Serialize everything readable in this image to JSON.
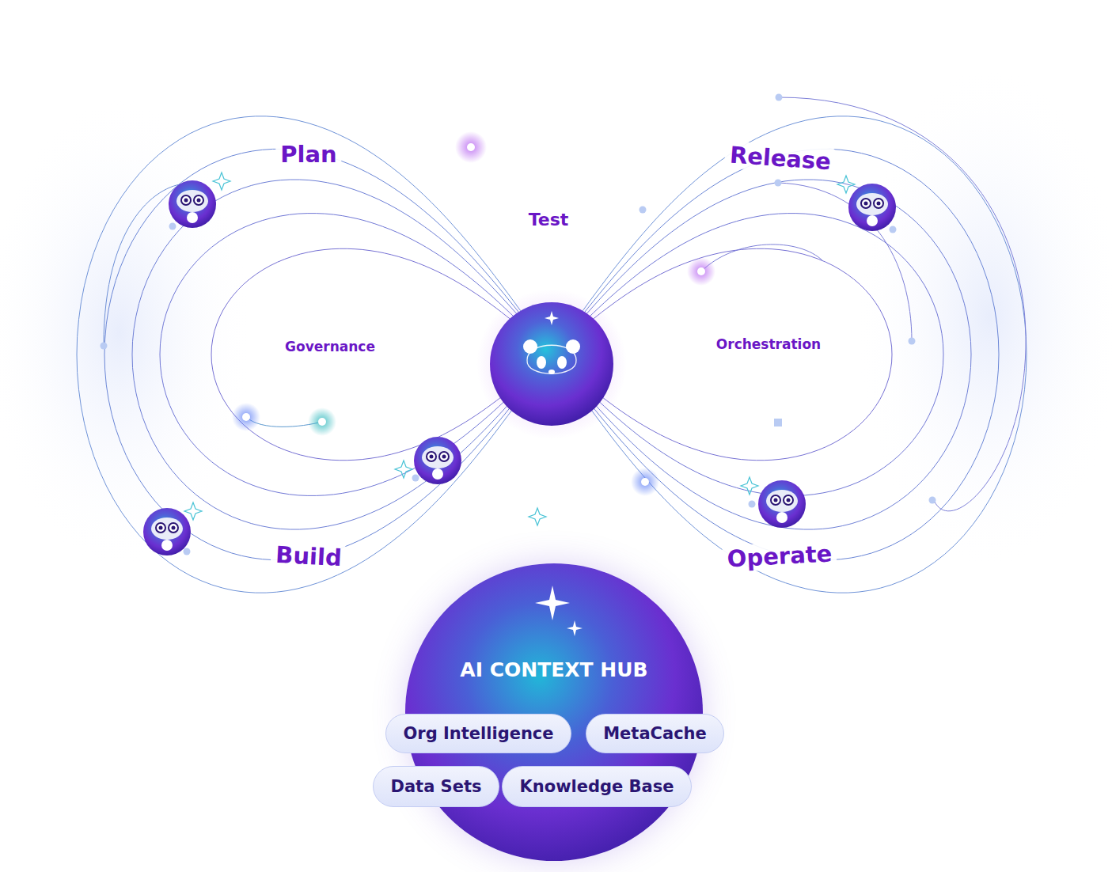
{
  "diagram": {
    "nodes": [
      {
        "text": [
          "AI CONTEXT HUB"
        ]
      },
      {
        "text": [
          "Org Intelligence"
        ],
        "in": 0
      },
      {
        "text": [
          "MetaCache"
        ],
        "in": 0
      },
      {
        "text": [
          "Data Sets"
        ],
        "in": 0
      },
      {
        "text": [
          "Knowledge Base"
        ],
        "in": 0
      }
    ],
    "labels": [
      "Plan",
      "Test",
      "Release",
      "Governance",
      "Orchestration",
      "Build",
      "Operate"
    ]
  }
}
